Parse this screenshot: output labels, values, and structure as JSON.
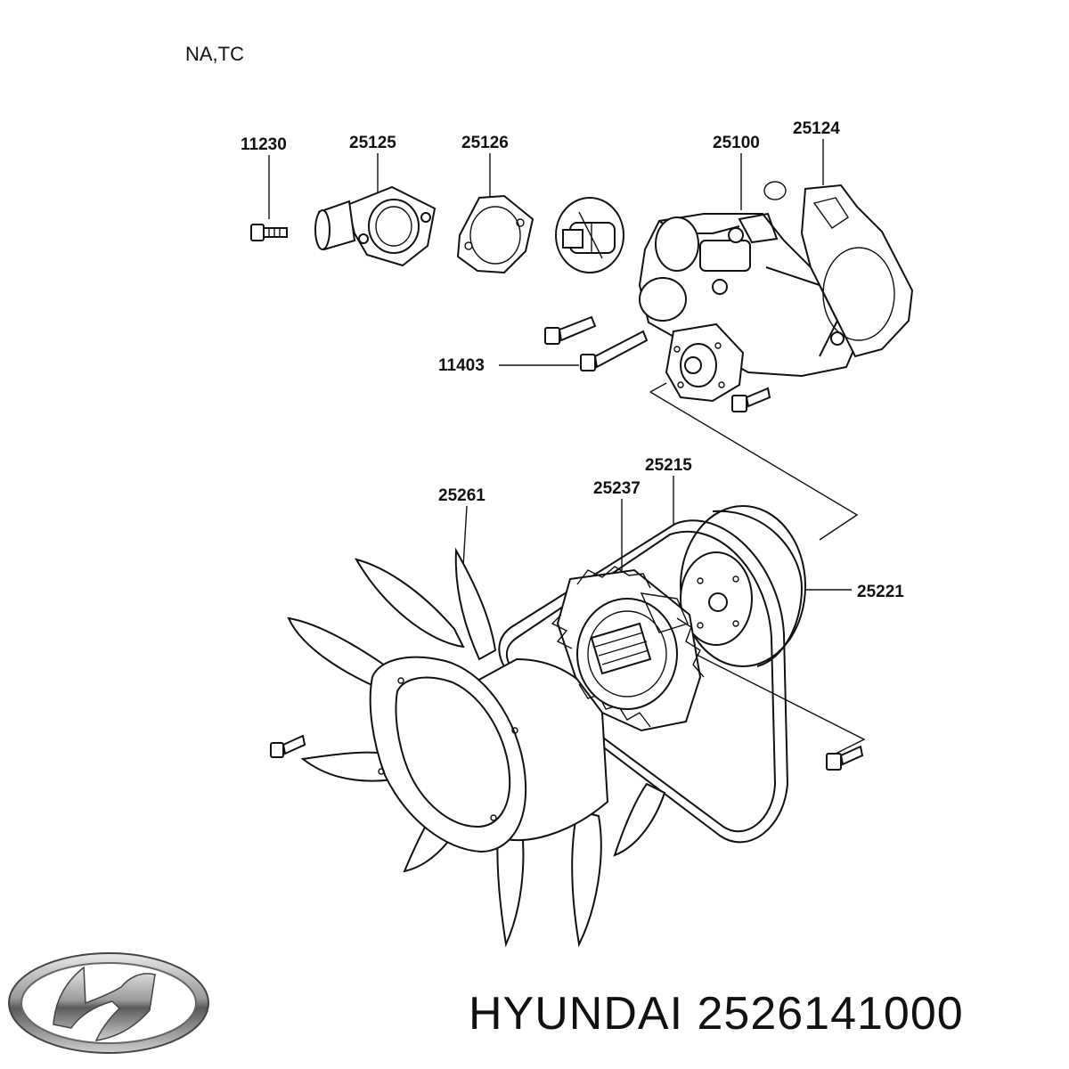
{
  "diagram": {
    "variant_label": "NA,TC",
    "part_labels": {
      "p11230": "11230",
      "p25125": "25125",
      "p25126": "25126",
      "p25100": "25100",
      "p25124": "25124",
      "p11403": "11403",
      "p25261": "25261",
      "p25237": "25237",
      "p25215": "25215",
      "p25221": "25221"
    }
  },
  "footer": {
    "brand": "HYUNDAI",
    "part_number": "2526141000",
    "logo_icon": "hyundai-logo-icon"
  }
}
